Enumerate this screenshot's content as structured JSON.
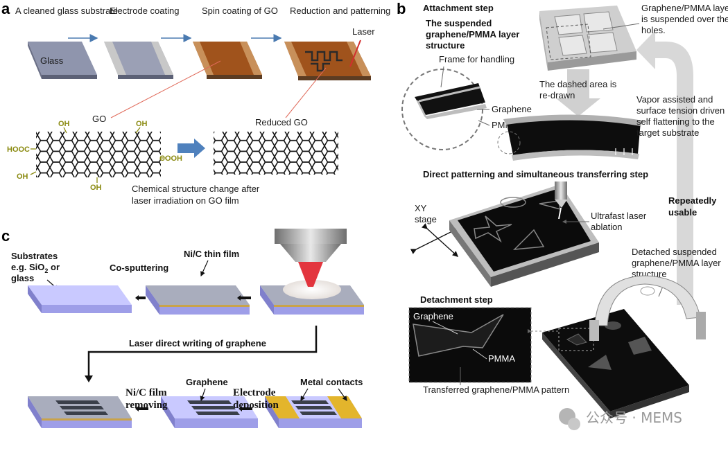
{
  "panel_labels": {
    "a": "a",
    "b": "b",
    "c": "c"
  },
  "panel_a": {
    "steps": [
      "A cleaned glass substrate",
      "Electrode coating",
      "Spin coating of GO",
      "Reduction and patterning"
    ],
    "glass_label": "Glass",
    "laser_label": "Laser",
    "go_label": "GO",
    "reduced_go_label": "Reduced GO",
    "groups": {
      "oh": "OH",
      "hooc": "HOOC",
      "cooh": "COOH"
    },
    "caption": [
      "Chemical structure change after",
      "laser irradiation on GO film"
    ]
  },
  "panel_b": {
    "attachment_step": "Attachment step",
    "suspended_title": [
      "The suspended",
      "graphene/PMMA layer",
      "structure"
    ],
    "suspended_note": [
      "Graphene/PMMA layer",
      "is suspended over the",
      "holes."
    ],
    "frame_label": "Frame for handling",
    "dashed_note": [
      "The dashed area is",
      "re-drawn"
    ],
    "graphene": "Graphene",
    "pmma": "PMMA",
    "vapor_note": [
      "Vapor assisted and",
      "surface tension driven",
      "self flattening to the",
      "target substrate"
    ],
    "direct_step": "Direct patterning and simultaneous transferring step",
    "xy_stage": [
      "XY",
      "stage"
    ],
    "ablation": [
      "Ultrafast laser",
      "ablation"
    ],
    "repeat": [
      "Repeatedly",
      "usable"
    ],
    "detached": [
      "Detached suspended",
      "graphene/PMMA layer",
      "structure"
    ],
    "detachment_step": "Detachment step",
    "inset_graphene": "Graphene",
    "inset_pmma": "PMMA",
    "transferred": "Transferred graphene/PMMA pattern"
  },
  "panel_c": {
    "substrates": [
      "Substrates",
      "e.g. SiO",
      "2",
      " or",
      "glass"
    ],
    "cosputtering": "Co-sputtering",
    "nic_film": "Ni/C thin film",
    "ldw": "Laser direct writing of graphene",
    "nic_removing": [
      "Ni/C film",
      "removing"
    ],
    "graphene": "Graphene",
    "electrode": [
      "Electrode",
      "deposition"
    ],
    "metal": "Metal contacts"
  },
  "watermark": "公众号 · MEMS"
}
